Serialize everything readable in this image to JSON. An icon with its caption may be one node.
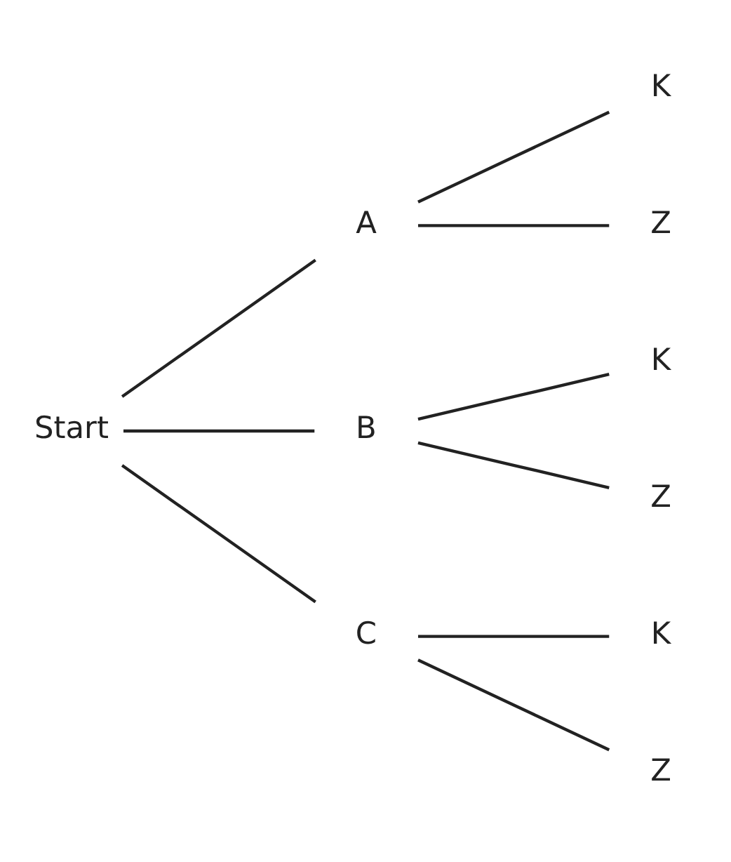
{
  "diagram": {
    "nodes": [
      {
        "text": [
          "Start"
        ]
      },
      {
        "text": [
          "A"
        ]
      },
      {
        "text": [
          "B"
        ]
      },
      {
        "text": [
          "C"
        ]
      },
      {
        "text": [
          "K"
        ]
      },
      {
        "text": [
          "Z"
        ]
      },
      {
        "text": [
          "K"
        ]
      },
      {
        "text": [
          "Z"
        ]
      },
      {
        "text": [
          "K"
        ]
      },
      {
        "text": [
          "Z"
        ]
      }
    ],
    "edges": [
      {
        "from": 0,
        "to": 1,
        "arrow": "none"
      },
      {
        "from": 0,
        "to": 2,
        "arrow": "none"
      },
      {
        "from": 0,
        "to": 3,
        "arrow": "none"
      },
      {
        "from": 1,
        "to": 4,
        "arrow": "none"
      },
      {
        "from": 1,
        "to": 5,
        "arrow": "none"
      },
      {
        "from": 2,
        "to": 6,
        "arrow": "none"
      },
      {
        "from": 2,
        "to": 7,
        "arrow": "none"
      },
      {
        "from": 3,
        "to": 8,
        "arrow": "none"
      },
      {
        "from": 3,
        "to": 9,
        "arrow": "none"
      }
    ]
  }
}
